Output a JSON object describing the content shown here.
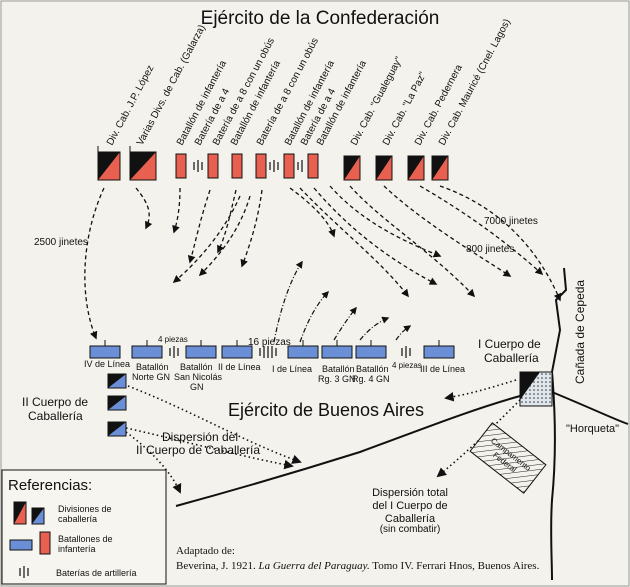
{
  "title": "Ejército de la Confederación",
  "bottom_army_title": "Ejército de Buenos Aires",
  "confed_units": [
    "Div. Cab. J.P. López",
    "Varias Divs. de Cab. (Galarza)",
    "Batallón de infantería",
    "Batería de a 4",
    "Batería de a 8 con un obús",
    "Batallón de infantería",
    "Batería de a 8 con un obús",
    "Batallón de infantería",
    "Batería de a 4",
    "Batallón de infantería",
    "Div. Cab. \"Gualeguay\"",
    "Div. Cab. \"La Paz\"",
    "Div. Cab. Pedernera",
    "Div. Cab. Mauricé (Cnel. Lagos)"
  ],
  "annotations": {
    "j2500": "2500 jinetes",
    "j7000": "7000 jinetes",
    "j800": "800 jinetes",
    "p4a": "4 piezas",
    "p16": "16 piezas",
    "p4b": "4 piezas",
    "canada": "Cañada de Cepeda",
    "horqueta": "\"Horqueta\"",
    "campamento": "Campamento Federal"
  },
  "ba_units": {
    "iv_linea": "IV de Línea",
    "norte": "Batallón Norte GN",
    "san_nicolas": "Batallón San Nicolás GN",
    "ii_linea": "II de Línea",
    "i_linea": "I de Línea",
    "rg3": "Batallón Rg. 3 GN",
    "rg4": "Batallón Rg. 4 GN",
    "iii_linea": "III de Línea"
  },
  "cavalry": {
    "ii_cuerpo": "II Cuerpo de Caballería",
    "i_cuerpo": "I Cuerpo de Caballería",
    "dispersion_ii": "Dispersión del II Cuerpo de Caballería",
    "dispersion_i": "Dispersión total del I Cuerpo de Caballería",
    "sin_combatir": "(sin combatir)"
  },
  "legend": {
    "title": "Referencias:",
    "cav": "Divisiones de caballería",
    "inf": "Batallones de infantería",
    "art": "Baterías de artillería"
  },
  "credit": {
    "line1": "Adaptado de:",
    "line2": "Beverina, J. 1921. La Guerra del Paraguay. Tomo IV. Ferrari Hnos, Buenos Aires."
  },
  "colors": {
    "infantry_red": "#e8604f",
    "infantry_blue": "#6b8fd6",
    "ink": "#111111",
    "dotted_fill": "#c9d3dd"
  }
}
